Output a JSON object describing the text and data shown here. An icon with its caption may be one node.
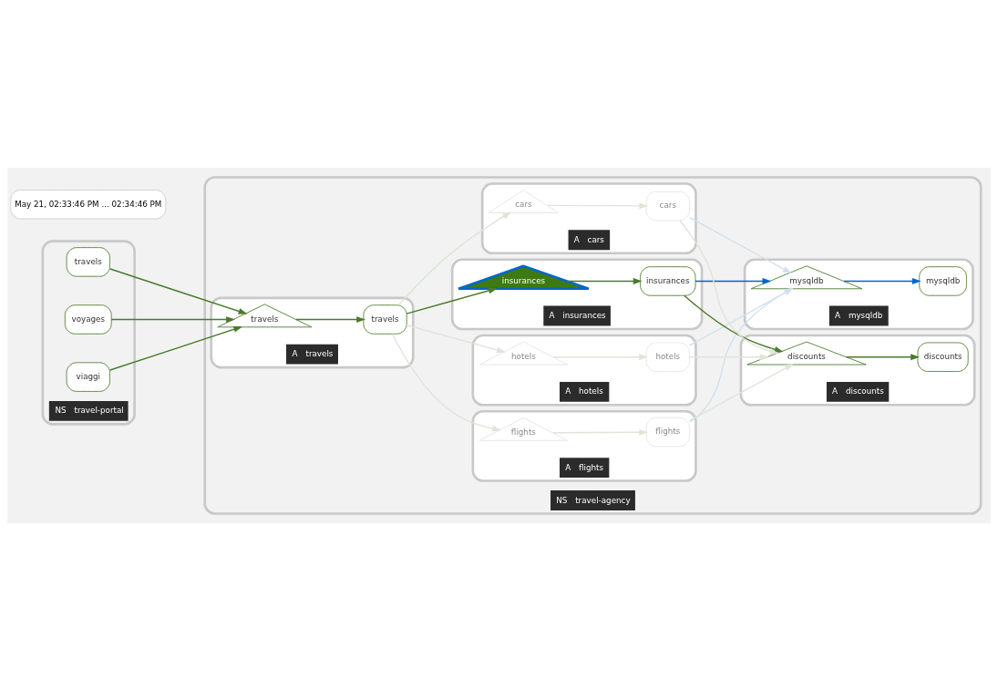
{
  "diagram": {
    "nodes": [
      {
        "text": [
          "NS",
          "travel-portal"
        ]
      },
      {
        "text": [
          "viaggi"
        ],
        "in": 0
      },
      {
        "text": [
          "travels"
        ],
        "in": 0
      },
      {
        "text": [
          "voyages"
        ],
        "in": 0
      },
      {
        "text": [
          "NS",
          "travel-agency"
        ]
      },
      {
        "text": [
          "A",
          "travels"
        ],
        "in": 4
      },
      {
        "text": [
          "travels"
        ],
        "in": 5
      },
      {
        "text": [
          "travels"
        ],
        "in": 5
      },
      {
        "text": [
          "A",
          "flights"
        ],
        "in": 4
      },
      {
        "text": [
          "flights"
        ],
        "in": 8
      },
      {
        "text": [
          "flights"
        ],
        "in": 8
      },
      {
        "text": [
          "A",
          "hotels"
        ],
        "in": 4
      },
      {
        "text": [
          "hotels"
        ],
        "in": 11
      },
      {
        "text": [
          "hotels"
        ],
        "in": 11
      },
      {
        "text": [
          "A",
          "insurances"
        ],
        "in": 4
      },
      {
        "text": [
          "insurances"
        ],
        "in": 14
      },
      {
        "text": [
          "insurances"
        ],
        "in": 14
      },
      {
        "text": [
          "A",
          "cars"
        ],
        "in": 4
      },
      {
        "text": [
          "cars"
        ],
        "in": 17
      },
      {
        "text": [
          "cars"
        ],
        "in": 17
      },
      {
        "text": [
          "A",
          "discounts"
        ],
        "in": 4
      },
      {
        "text": [
          "discounts"
        ],
        "in": 20
      },
      {
        "text": [
          "discounts"
        ],
        "in": 20
      },
      {
        "text": [
          "A",
          "mysqldb"
        ],
        "in": 4
      },
      {
        "text": [
          "mysqldb"
        ],
        "in": 23
      },
      {
        "text": [
          "mysqldb"
        ],
        "in": 23
      }
    ],
    "edges": [
      {
        "from": 1,
        "to": 6,
        "arrow": "to",
        "color": "#4b7a2c"
      },
      {
        "from": 2,
        "to": 6,
        "arrow": "to",
        "color": "#4b7a2c"
      },
      {
        "from": 3,
        "to": 6,
        "arrow": "to",
        "color": "#4b7a2c"
      },
      {
        "from": 6,
        "to": 7,
        "arrow": "to",
        "color": "#4b7a2c"
      },
      {
        "from": 7,
        "to": 9,
        "arrow": "to",
        "color": "#dfe5d8"
      },
      {
        "from": 7,
        "to": 12,
        "arrow": "to",
        "color": "#dfe5d8"
      },
      {
        "from": 7,
        "to": 15,
        "arrow": "to",
        "color": "#4b7a2c"
      },
      {
        "from": 7,
        "to": 18,
        "arrow": "to",
        "color": "#dfe5d8"
      },
      {
        "from": 9,
        "to": 10,
        "arrow": "to",
        "color": "#dfe5d8"
      },
      {
        "from": 12,
        "to": 13,
        "arrow": "to",
        "color": "#dfe5d8"
      },
      {
        "from": 15,
        "to": 16,
        "arrow": "to",
        "color": "#4b7a2c"
      },
      {
        "from": 18,
        "to": 19,
        "arrow": "to",
        "color": "#dfe5d8"
      },
      {
        "from": 10,
        "to": 21,
        "arrow": "to",
        "color": "#dfe5d8"
      },
      {
        "from": 10,
        "to": 24,
        "arrow": "to",
        "color": "#d3e0ee"
      },
      {
        "from": 13,
        "to": 21,
        "arrow": "to",
        "color": "#dfe5d8"
      },
      {
        "from": 13,
        "to": 24,
        "arrow": "to",
        "color": "#d3e0ee"
      },
      {
        "from": 16,
        "to": 21,
        "arrow": "to",
        "color": "#4b7a2c"
      },
      {
        "from": 16,
        "to": 24,
        "arrow": "to",
        "color": "#0066cc"
      },
      {
        "from": 19,
        "to": 21,
        "arrow": "to",
        "color": "#dfe5d8"
      },
      {
        "from": 19,
        "to": 24,
        "arrow": "to",
        "color": "#d3e0ee"
      },
      {
        "from": 21,
        "to": 22,
        "arrow": "to",
        "color": "#4b7a2c"
      },
      {
        "from": 24,
        "to": 25,
        "arrow": "to",
        "color": "#0066cc"
      }
    ],
    "labels": [
      "May 21, 02:33:46 PM ... 02:34:46 PM"
    ]
  }
}
